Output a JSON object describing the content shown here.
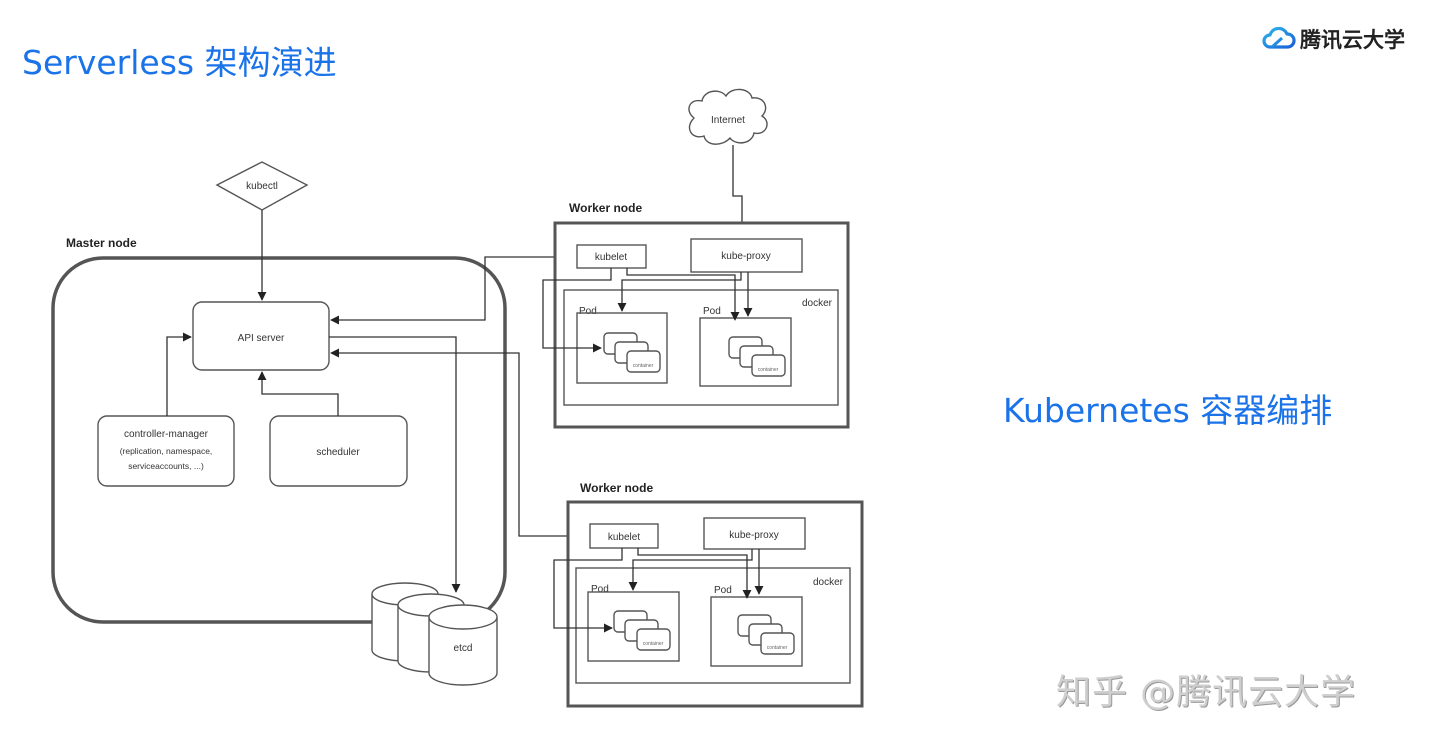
{
  "header": {
    "title": "Serverless 架构演进",
    "logo_text": "腾讯云大学",
    "logo_icon": "cloud-icon"
  },
  "side_caption": "Kubernetes 容器编排",
  "watermark": "知乎 @腾讯云大学",
  "colors": {
    "title_blue": "#1a73e8",
    "diagram_line": "#333333",
    "watermark_gray": "#cfcfcf"
  },
  "diagram": {
    "kubectl": "kubectl",
    "internet": "Internet",
    "master": {
      "label": "Master node",
      "api_server": "API server",
      "controller_manager": {
        "title": "controller-manager",
        "line2": "(replication, namespace,",
        "line3": "serviceaccounts, ...)"
      },
      "scheduler": "scheduler",
      "etcd": "etcd"
    },
    "workers": [
      {
        "label": "Worker node",
        "kubelet": "kubelet",
        "kube_proxy": "kube-proxy",
        "docker": "docker",
        "pods": [
          {
            "label": "Pod",
            "container": "container"
          },
          {
            "label": "Pod",
            "container": "container"
          }
        ]
      },
      {
        "label": "Worker node",
        "kubelet": "kubelet",
        "kube_proxy": "kube-proxy",
        "docker": "docker",
        "pods": [
          {
            "label": "Pod",
            "container": "container"
          },
          {
            "label": "Pod",
            "container": "container"
          }
        ]
      }
    ]
  }
}
